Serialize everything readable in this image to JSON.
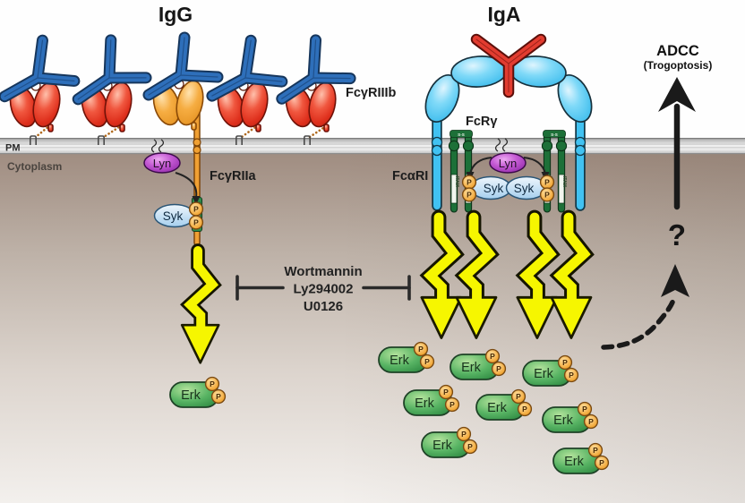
{
  "figure": {
    "type": "signaling-pathway-diagram",
    "panels": {
      "igg": {
        "title": "IgG",
        "receptor_cluster": "FcγRIIIb",
        "signaling_receptor": "FcγRIIa",
        "igg_complex_count": 5,
        "signal_bolt_count": 1,
        "erk_count": 1
      },
      "iga": {
        "title": "IgA",
        "receptor": "FcαRI",
        "adapter": "FcRγ",
        "signal_bolt_count": 4,
        "erk_count": 8
      }
    },
    "membrane": {
      "label": "PM",
      "cytoplasm_label": "Cytoplasm"
    },
    "molecules": {
      "lyn": "Lyn",
      "syk": "Syk",
      "erk": "Erk",
      "phospho": "P",
      "itam": "ITAM",
      "disulfide": "S-S"
    },
    "inhibitors": {
      "lines": [
        "Wortmannin",
        "Ly294002",
        "U0126"
      ]
    },
    "outcome": {
      "title": "ADCC",
      "subtitle": "(Trogoptosis)",
      "uncertainty": "?"
    },
    "colors": {
      "igg_antibody": "#2e6fba",
      "fcgriiib_red": "#e8402e",
      "fcgriia_orange": "#f0a033",
      "iga_antibody": "#e23c30",
      "fcari_cyan": "#41c2f2",
      "fcrg_green": "#1d7038",
      "lyn_purple": "#b24ac6",
      "syk_blue": "#a9d3ef",
      "phospho_orange": "#f3a93c",
      "erk_green": "#46a855",
      "bolt_yellow": "#f6f600",
      "arrow_black": "#1a1a1a",
      "membrane_gray": "#cccccc",
      "cytoplasm_brown": "#a08d81"
    }
  }
}
